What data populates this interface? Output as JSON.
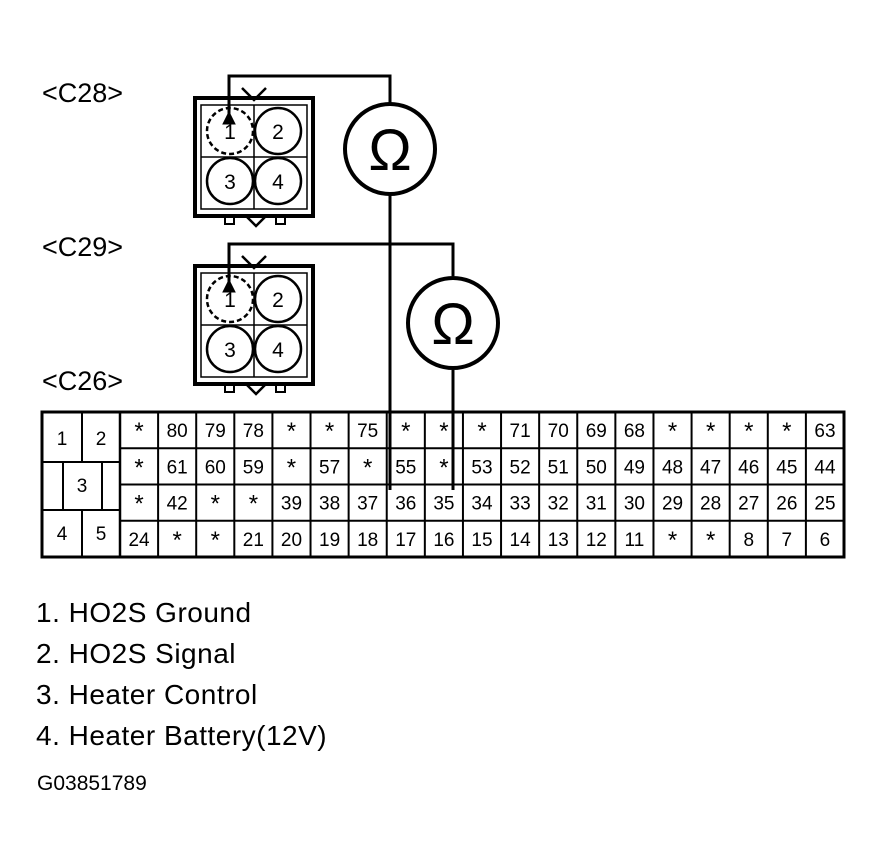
{
  "connectors": [
    {
      "label": "<C28>",
      "pins": [
        "1",
        "2",
        "3",
        "4"
      ]
    },
    {
      "label": "<C29>",
      "pins": [
        "1",
        "2",
        "3",
        "4"
      ]
    }
  ],
  "ecm_label": "<C26>",
  "ohm_symbol": "Ω",
  "ecm_small_pins": {
    "p1": "1",
    "p2": "2",
    "p3": "3",
    "p4": "4",
    "p5": "5"
  },
  "ecm_rows": [
    [
      "*",
      "80",
      "79",
      "78",
      "*",
      "*",
      "75",
      "*",
      "*",
      "*",
      "71",
      "70",
      "69",
      "68",
      "*",
      "*",
      "*",
      "*",
      "63"
    ],
    [
      "*",
      "61",
      "60",
      "59",
      "*",
      "57",
      "*",
      "55",
      "*",
      "53",
      "52",
      "51",
      "50",
      "49",
      "48",
      "47",
      "46",
      "45",
      "44"
    ],
    [
      "*",
      "42",
      "*",
      "*",
      "39",
      "38",
      "37",
      "36",
      "35",
      "34",
      "33",
      "32",
      "31",
      "30",
      "29",
      "28",
      "27",
      "26",
      "25"
    ],
    [
      "24",
      "*",
      "*",
      "21",
      "20",
      "19",
      "18",
      "17",
      "16",
      "15",
      "14",
      "13",
      "12",
      "11",
      "*",
      "*",
      "8",
      "7",
      "6"
    ]
  ],
  "legend": [
    "1. HO2S Ground",
    "2. HO2S Signal",
    "3. Heater Control",
    "4. Heater Battery(12V)"
  ],
  "figure_code": "G03851789"
}
